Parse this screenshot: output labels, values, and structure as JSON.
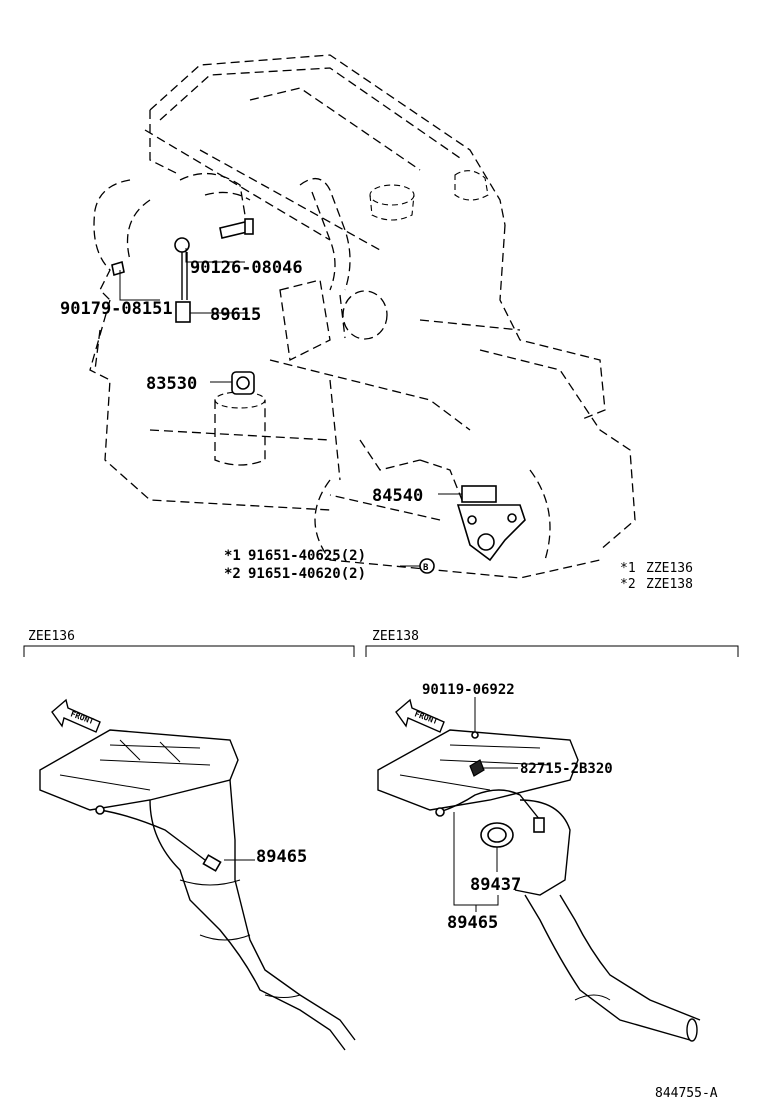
{
  "diagram": {
    "engine_parts": {
      "p90126": "90126-08046",
      "p90179": "90179-08151",
      "p89615": "89615",
      "p83530": "83530",
      "p84540": "84540",
      "bolt1": "91651-40625(2)",
      "bolt2": "91651-40620(2)",
      "bolt1_mark": "*1",
      "bolt2_mark": "*2",
      "bolt_symbol": "B"
    },
    "legend": {
      "item1_mark": "*1",
      "item1_text": "ZZE136",
      "item2_mark": "*2",
      "item2_text": "ZZE138"
    },
    "left_section": {
      "label": "ZEE136",
      "front_label": "FRONT",
      "p89465": "89465"
    },
    "right_section": {
      "label": "ZEE138",
      "front_label": "FRONT",
      "p90119": "90119-06922",
      "p82715": "82715-2B320",
      "p89437": "89437",
      "p89465": "89465"
    },
    "figure_code": "844755-A"
  }
}
